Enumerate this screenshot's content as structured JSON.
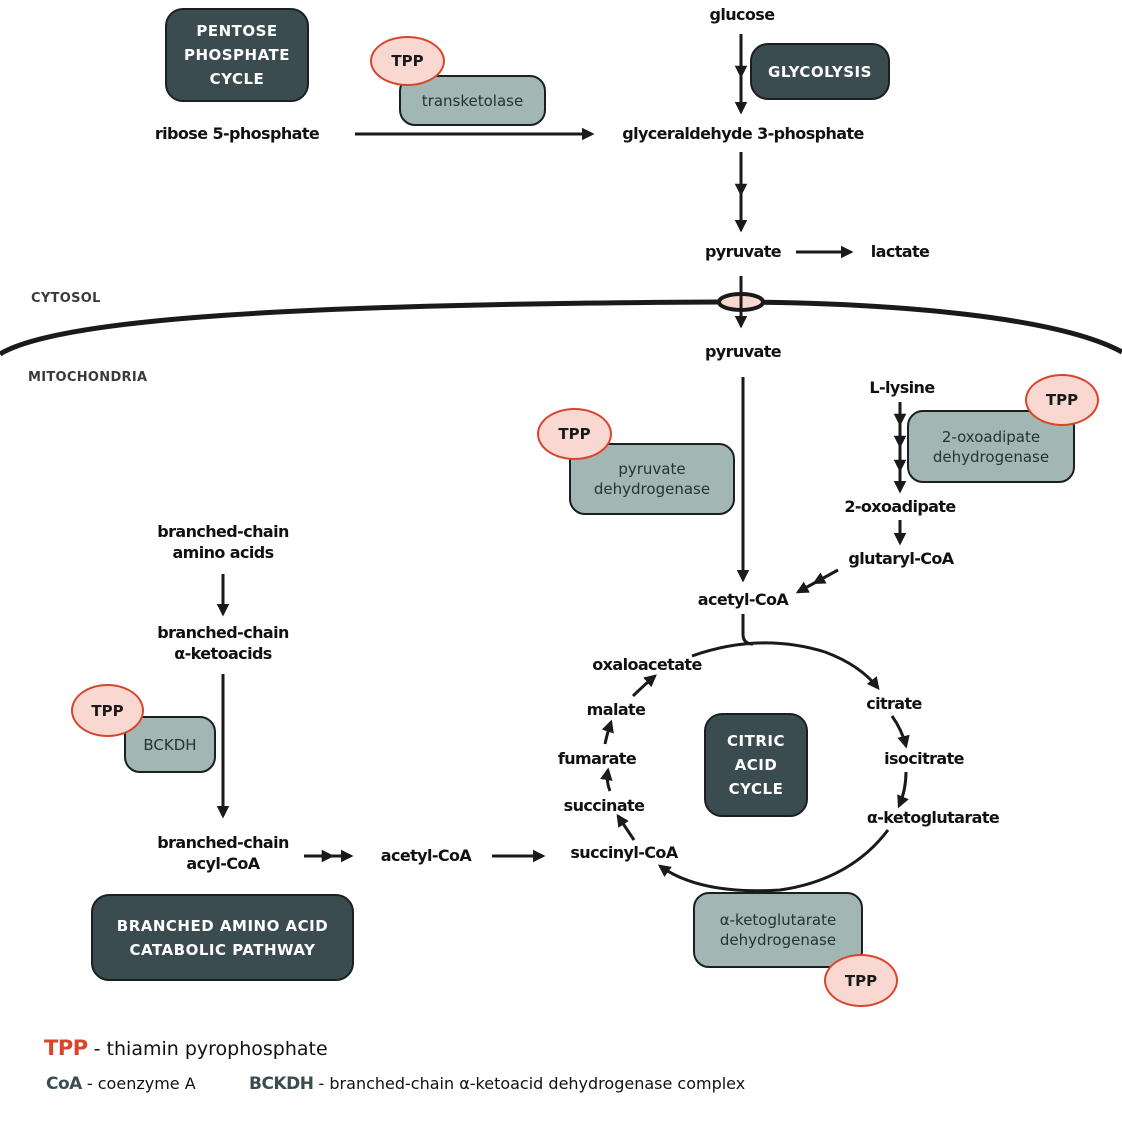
{
  "regions": {
    "cytosol": "CYTOSOL",
    "mitochondria": "MITOCHONDRIA"
  },
  "pathways": {
    "pentose_phosphate": "PENTOSE\nPHOSPHATE\nCYCLE",
    "glycolysis": "GLYCOLYSIS",
    "citric_acid": "CITRIC\nACID\nCYCLE",
    "branched_amino_acid": "BRANCHED AMINO ACID\nCATABOLIC PATHWAY"
  },
  "enzymes": {
    "transketolase": "transketolase",
    "pyruvate_dehydrogenase": "pyruvate\ndehydrogenase",
    "oxoadipate_dehydrogenase": "2-oxoadipate\ndehydrogenase",
    "bckdh": "BCKDH",
    "akg_dehydrogenase": "α-ketoglutarate\ndehydrogenase"
  },
  "cofactor_label": "TPP",
  "metabolites": {
    "glucose": "glucose",
    "ribose5p": "ribose 5-phosphate",
    "g3p": "glyceraldehyde 3-phosphate",
    "pyruvate_cyto": "pyruvate",
    "lactate": "lactate",
    "pyruvate_mito": "pyruvate",
    "lysine": "L-lysine",
    "oxoadipate": "2-oxoadipate",
    "glutaryl_coa": "glutaryl-CoA",
    "acetyl_coa_main": "acetyl-CoA",
    "bcaa": "branched-chain\namino acids",
    "bcka": "branched-chain\nα-ketoacids",
    "bc_acyl_coa": "branched-chain\nacyl-CoA",
    "acetyl_coa_bc": "acetyl-CoA",
    "oxaloacetate": "oxaloacetate",
    "citrate": "citrate",
    "isocitrate": "isocitrate",
    "akg": "α-ketoglutarate",
    "succinyl_coa": "succinyl-CoA",
    "succinate": "succinate",
    "fumarate": "fumarate",
    "malate": "malate"
  },
  "legend": {
    "tpp_abbr": "TPP",
    "tpp_def": " - thiamin pyrophosphate",
    "coa_abbr": "CoA",
    "coa_def": " - coenzyme A",
    "bckdh_abbr": "BCKDH",
    "bckdh_def": " - branched-chain α-ketoacid dehydrogenase complex"
  },
  "colors": {
    "pathway_fill": "#3b4c51",
    "enzyme_fill": "#a2b6b3",
    "tpp_fill": "#f8d8d0",
    "tpp_stroke": "#d9452c",
    "line": "#1a1a1a",
    "legend_tpp": "#d9452c",
    "legend_abbr": "#3b4c51"
  }
}
